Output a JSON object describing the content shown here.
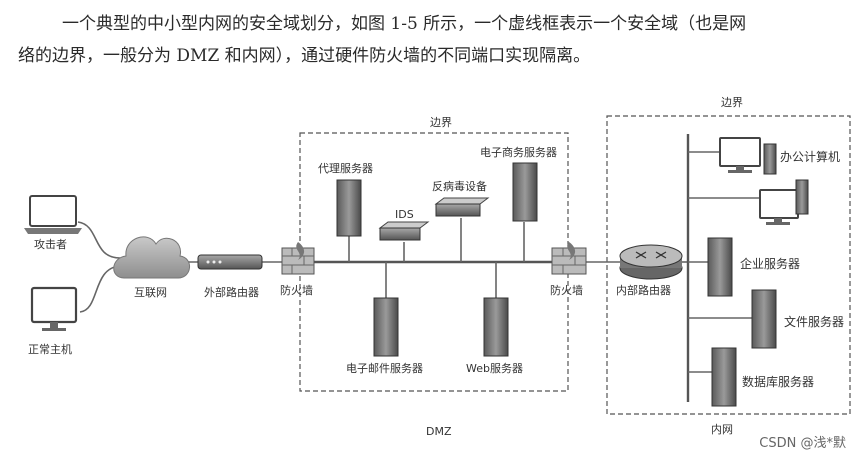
{
  "paragraph": {
    "line1": "一个典型的中小型内网的安全域划分，如图 1-5 所示，一个虚线框表示一个安全域（也是网",
    "line2": "络的边界，一般分为 DMZ 和内网），通过硬件防火墙的不同端口实现隔离。"
  },
  "zones": {
    "dmz_boundary_label": "边界",
    "dmz_label": "DMZ",
    "intranet_boundary_label": "边界",
    "intranet_label": "内网"
  },
  "nodes": {
    "attacker": "攻击者",
    "normal_host": "正常主机",
    "internet": "互联网",
    "external_router": "外部路由器",
    "firewall_left": "防火墙",
    "proxy_server": "代理服务器",
    "ids": "IDS",
    "antivirus": "反病毒设备",
    "ecommerce_server": "电子商务服务器",
    "mail_server": "电子邮件服务器",
    "web_server": "Web服务器",
    "firewall_right": "防火墙",
    "internal_router": "内部路由器",
    "office_computer": "办公计算机",
    "enterprise_server": "企业服务器",
    "file_server": "文件服务器",
    "database_server": "数据库服务器"
  },
  "watermark": "CSDN @浅*默"
}
